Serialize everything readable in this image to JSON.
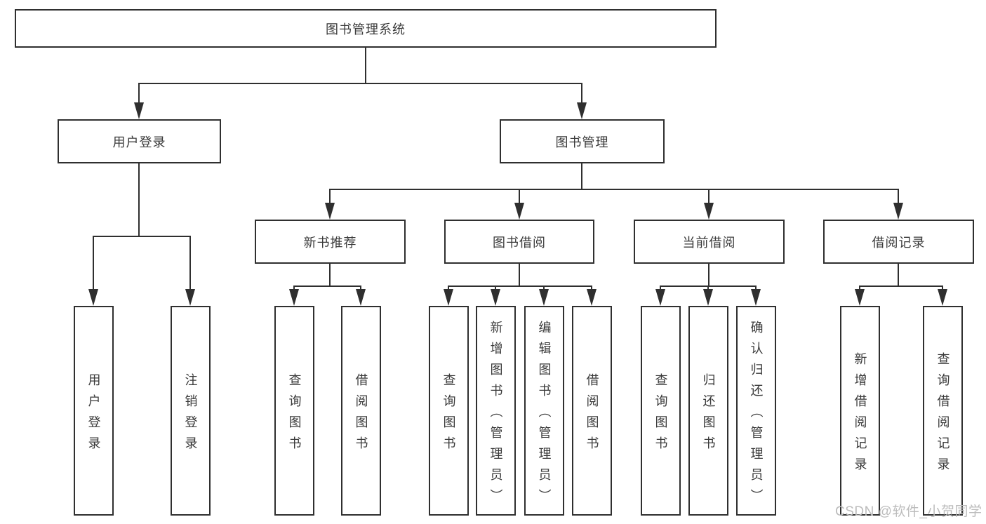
{
  "tree": {
    "root": {
      "label": "图书管理系统"
    },
    "branches": [
      {
        "label": "用户登录",
        "leaves": [
          {
            "label": "用户登录"
          },
          {
            "label": "注销登录"
          }
        ]
      },
      {
        "label": "图书管理",
        "groups": [
          {
            "label": "新书推荐",
            "leaves": [
              {
                "label": "查询图书"
              },
              {
                "label": "借阅图书"
              }
            ]
          },
          {
            "label": "图书借阅",
            "leaves": [
              {
                "label": "查询图书"
              },
              {
                "label": "新增图书（管理员）"
              },
              {
                "label": "编辑图书（管理员）"
              },
              {
                "label": "借阅图书"
              }
            ]
          },
          {
            "label": "当前借阅",
            "leaves": [
              {
                "label": "查询图书"
              },
              {
                "label": "归还图书"
              },
              {
                "label": "确认归还（管理员）"
              }
            ]
          },
          {
            "label": "借阅记录",
            "leaves": [
              {
                "label": "新增借阅记录"
              },
              {
                "label": "查询借阅记录"
              }
            ]
          }
        ]
      }
    ]
  },
  "watermark": {
    "text": "CSDN @软件_小贺同学"
  },
  "colors": {
    "line": "#2f2f2f",
    "text": "#3a3a3a",
    "watermark": "#bcbcbc",
    "background": "#ffffff"
  }
}
